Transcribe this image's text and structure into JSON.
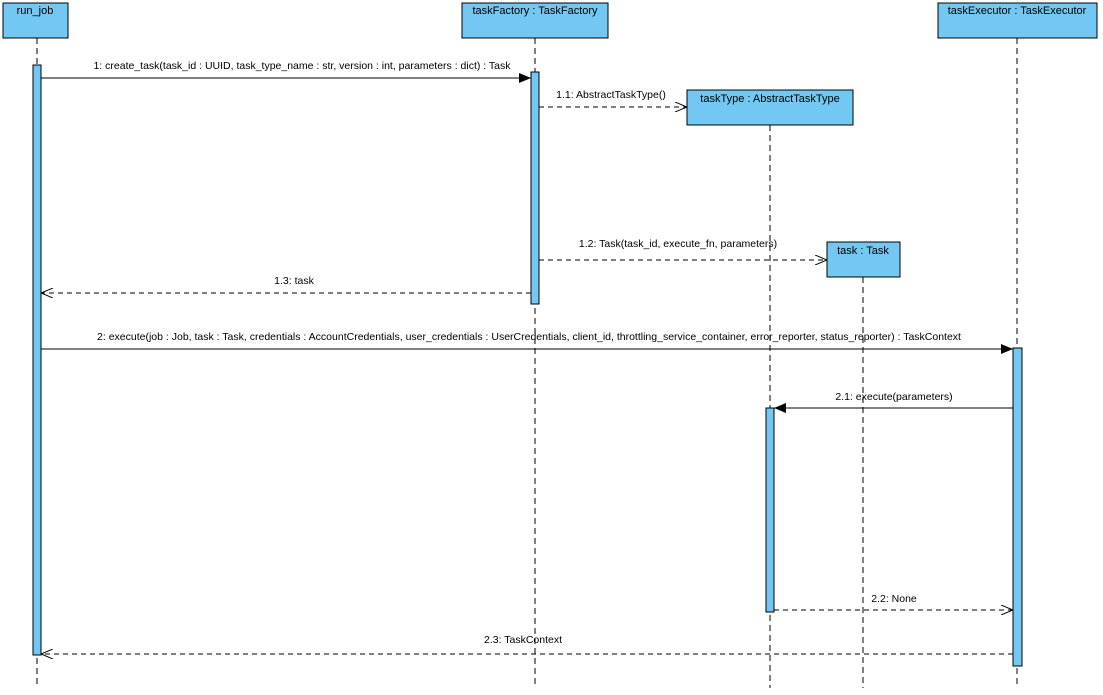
{
  "diagram": {
    "type": "sequence",
    "colors": {
      "box_fill": "#72C8F2",
      "outline": "#000000",
      "background": "#FFFFFF"
    },
    "participants": [
      {
        "id": "run_job",
        "label": "run_job"
      },
      {
        "id": "taskFactory",
        "label": "taskFactory : TaskFactory"
      },
      {
        "id": "taskType",
        "label": "taskType : AbstractTaskType"
      },
      {
        "id": "task",
        "label": "task : Task"
      },
      {
        "id": "taskExecutor",
        "label": "taskExecutor : TaskExecutor"
      }
    ],
    "messages": [
      {
        "label": "1: create_task(task_id : UUID, task_type_name : str, version : int, parameters : dict) : Task",
        "from": "run_job",
        "to": "taskFactory",
        "kind": "sync"
      },
      {
        "label": "1.1: AbstractTaskType()",
        "from": "taskFactory",
        "to": "taskType",
        "kind": "create"
      },
      {
        "label": "1.2: Task(task_id, execute_fn, parameters)",
        "from": "taskFactory",
        "to": "task",
        "kind": "create"
      },
      {
        "label": "1.3: task",
        "from": "taskFactory",
        "to": "run_job",
        "kind": "return"
      },
      {
        "label": "2: execute(job : Job, task : Task, credentials : AccountCredentials, user_credentials : UserCredentials, client_id, throttling_service_container, error_reporter, status_reporter) : TaskContext",
        "from": "run_job",
        "to": "taskExecutor",
        "kind": "sync"
      },
      {
        "label": "2.1: execute(parameters)",
        "from": "taskExecutor",
        "to": "taskType",
        "kind": "sync"
      },
      {
        "label": "2.2: None",
        "from": "taskType",
        "to": "taskExecutor",
        "kind": "return"
      },
      {
        "label": "2.3: TaskContext",
        "from": "taskExecutor",
        "to": "run_job",
        "kind": "return"
      }
    ]
  }
}
